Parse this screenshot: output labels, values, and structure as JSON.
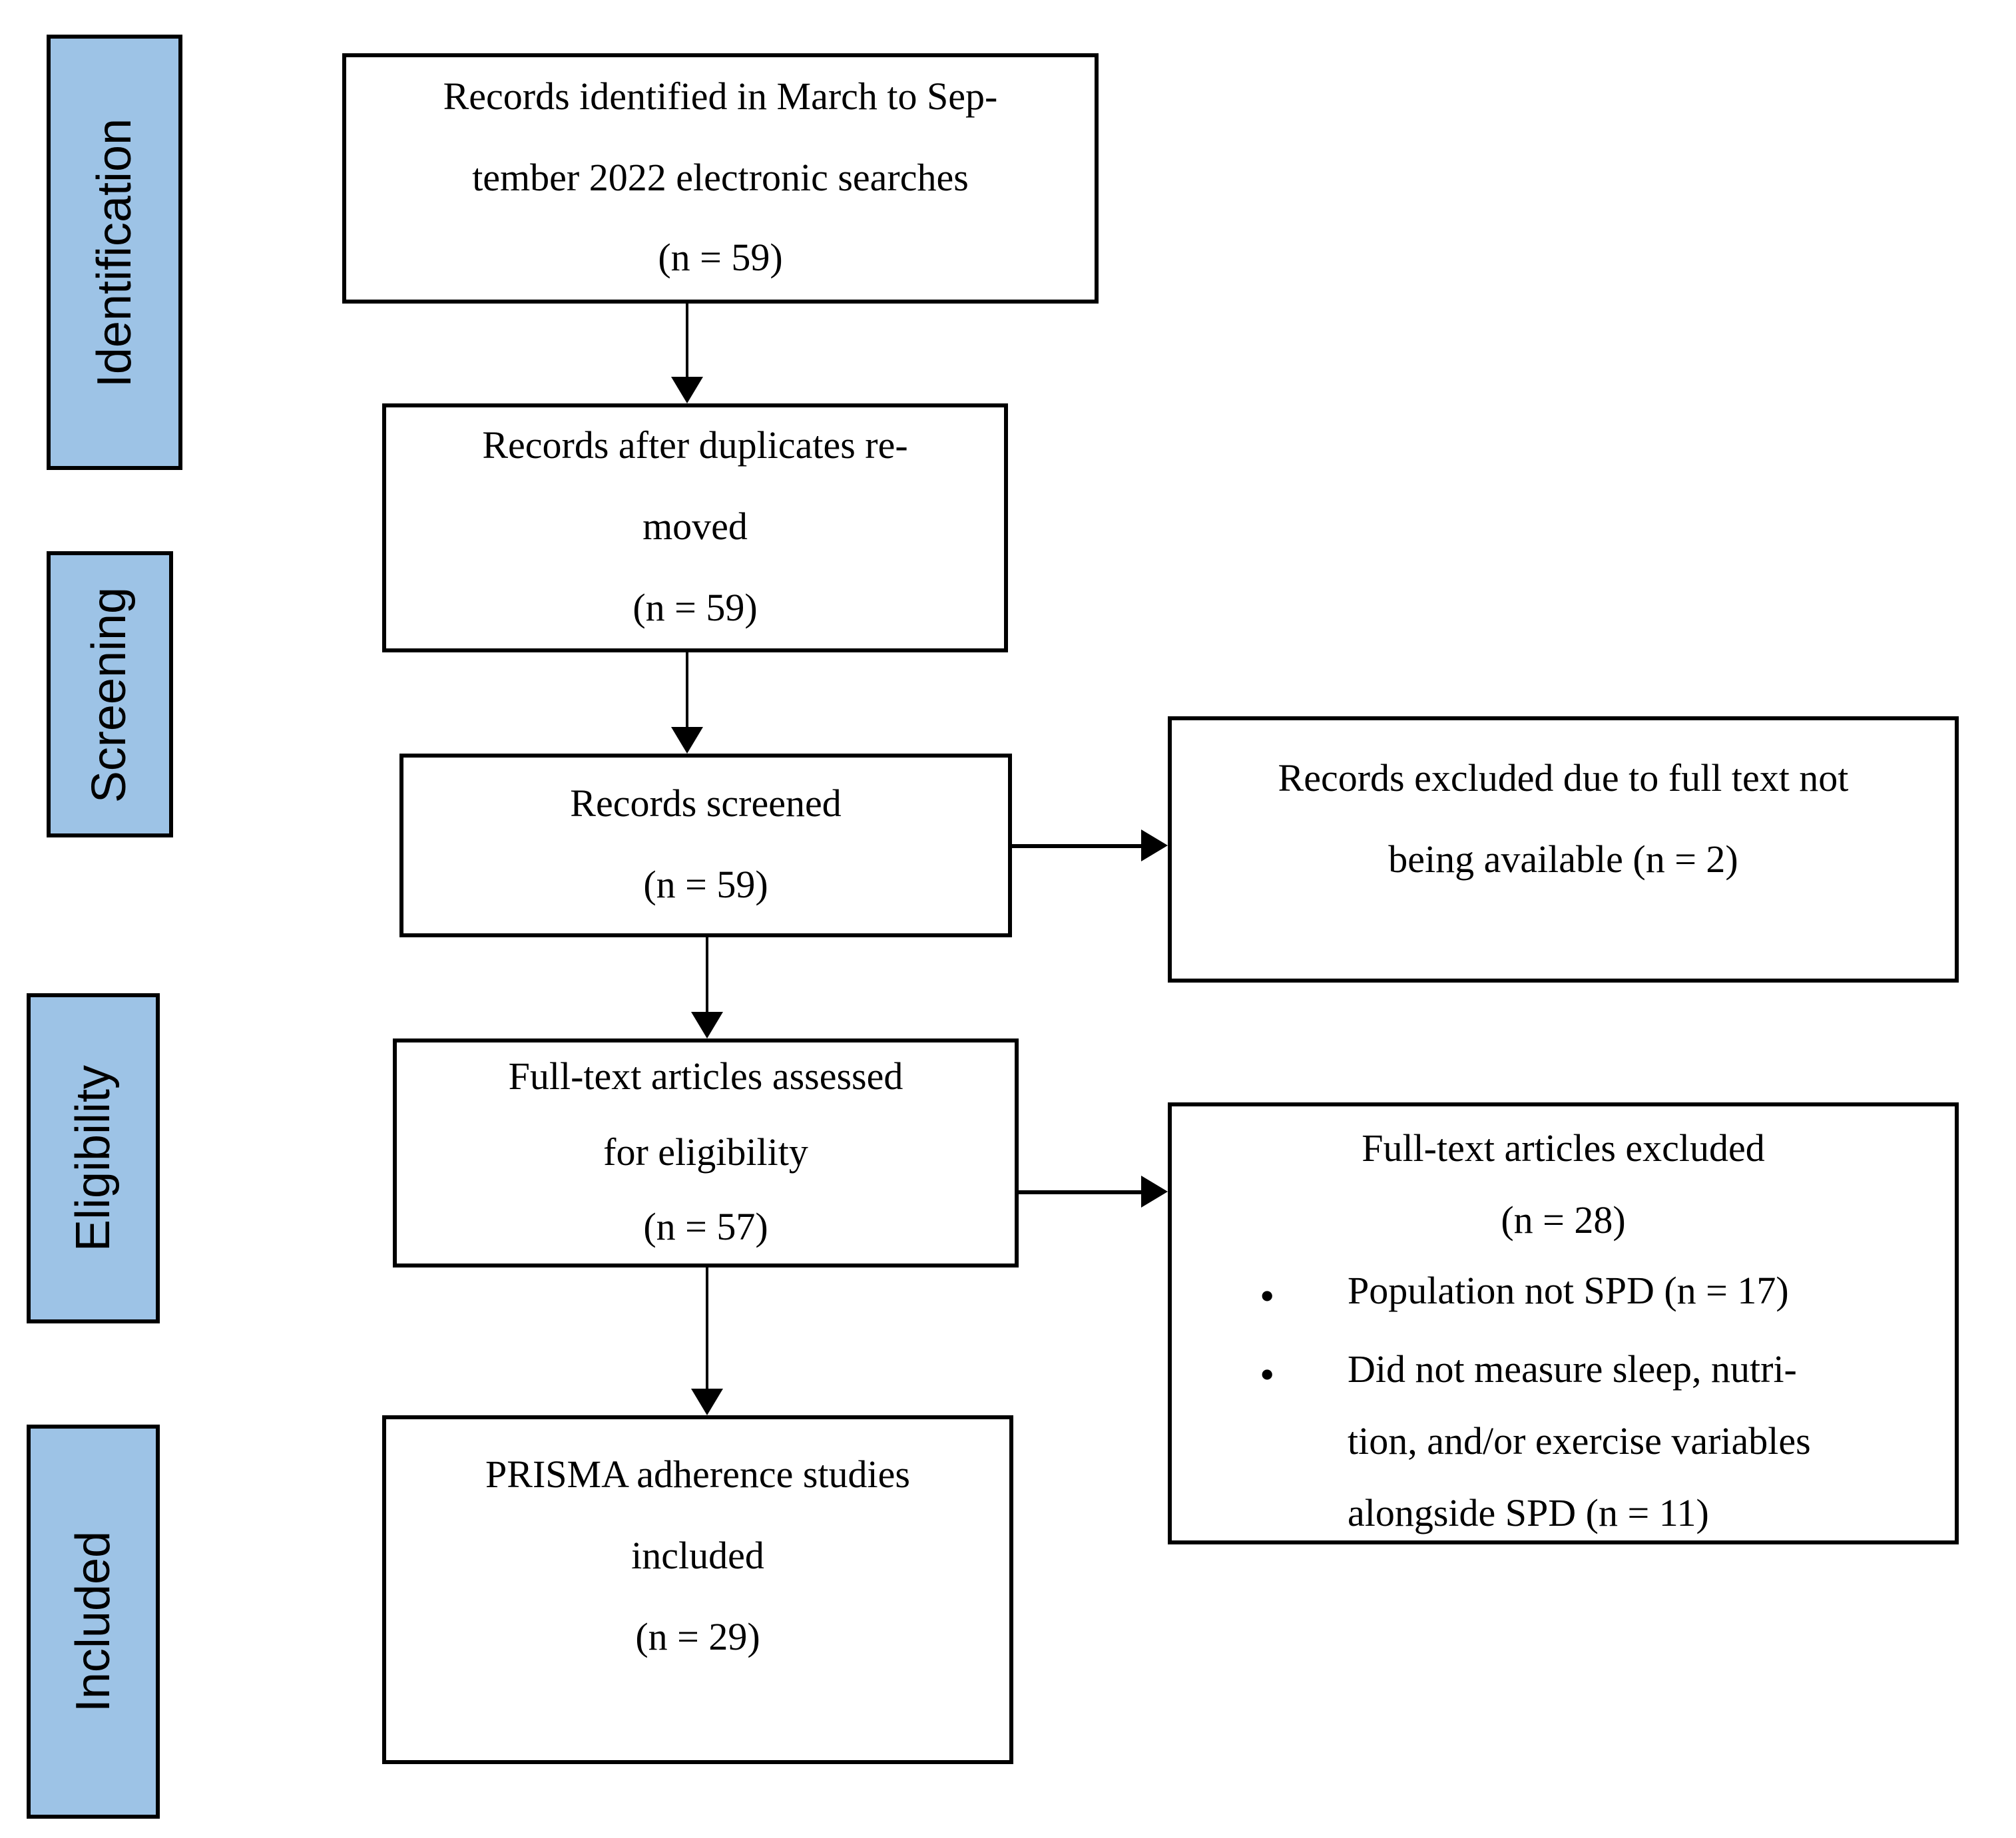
{
  "stages": [
    {
      "label": "Identification"
    },
    {
      "label": "Screening"
    },
    {
      "label": "Eligibility"
    },
    {
      "label": "Included"
    }
  ],
  "boxes": {
    "identified": {
      "text": "Records identified in March to Sep-\ntember 2022 electronic searches\n(n = 59)"
    },
    "deduplicated": {
      "text": "Records after duplicates re-\nmoved\n(n = 59)"
    },
    "screened": {
      "text": "Records screened\n(n = 59)"
    },
    "assessed": {
      "text": "Full-text articles assessed\nfor eligibility\n(n = 57)"
    },
    "included_studies": {
      "text": "PRISMA adherence studies\nincluded\n(n = 29)"
    },
    "excluded_no_fulltext": {
      "text": "Records excluded due to full text not\nbeing available (n = 2)"
    },
    "fulltext_excluded": {
      "title": "Full-text articles excluded",
      "count": "(n = 28)",
      "bullet_glyph": "•",
      "bullets": [
        {
          "text": "Population not SPD (n = 17)"
        },
        {
          "text": "Did not measure sleep, nutri-\ntion, and/or exercise variables\nalongside SPD (n = 11)"
        }
      ]
    }
  },
  "colors": {
    "stage_fill": "#9DC3E6",
    "stage_border": "#000000",
    "box_border": "#000000",
    "arrow": "#000000",
    "background": "#FFFFFF"
  }
}
